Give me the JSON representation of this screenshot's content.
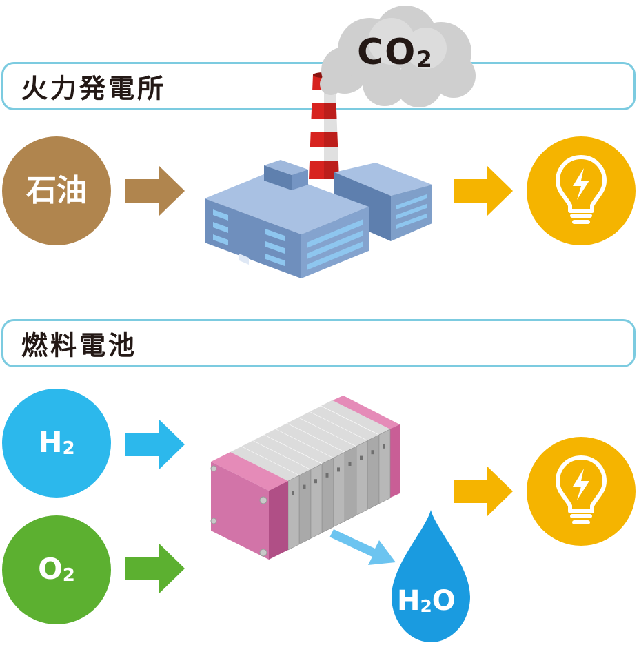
{
  "sections": {
    "thermal": {
      "title": "火力発電所",
      "input": "石油",
      "emission": "CO2"
    },
    "fuel_cell": {
      "title": "燃料電池",
      "input_h2": "H2",
      "input_o2": "O2",
      "output": "H2O"
    }
  },
  "icons": [
    "arrow-icon",
    "factory-icon",
    "smokestack-icon",
    "smoke-cloud-icon",
    "lightbulb-icon",
    "fuel-cell-stack-icon",
    "water-drop-icon"
  ],
  "colors": {
    "banner_border": "#7ccbe0",
    "oil": "#b0854e",
    "electricity": "#f5b400",
    "hydrogen": "#2cb8ec",
    "oxygen": "#5cb030",
    "water": "#1a9be0",
    "fuel_cell_end": "#d66fa4",
    "building": "#7f9fc9",
    "smoke": "#d0d0d0"
  }
}
